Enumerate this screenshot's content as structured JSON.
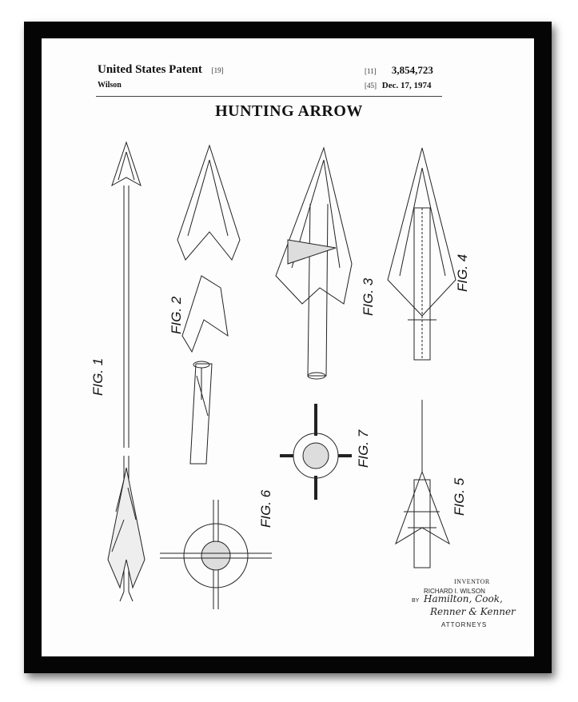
{
  "header": {
    "title": "United States Patent",
    "title_code": "[19]",
    "inventor_surname": "Wilson",
    "number_code": "[11]",
    "patent_number": "3,854,723",
    "date_code": "[45]",
    "date": "Dec. 17, 1974"
  },
  "invention_title": "HUNTING ARROW",
  "figures": [
    "FIG. 1",
    "FIG. 2",
    "FIG. 3",
    "FIG. 4",
    "FIG. 5",
    "FIG. 6",
    "FIG. 7"
  ],
  "signature_block": {
    "inventor_label": "INVENTOR",
    "inventor_name": "RICHARD I. WILSON",
    "by": "BY",
    "signature_line1": "Hamilton, Cook,",
    "signature_line2": "Renner & Kenner",
    "attorneys_label": "ATTORNEYS"
  },
  "colors": {
    "frame": "#050505",
    "mat": "#fdfdfd",
    "ink": "#111111"
  }
}
